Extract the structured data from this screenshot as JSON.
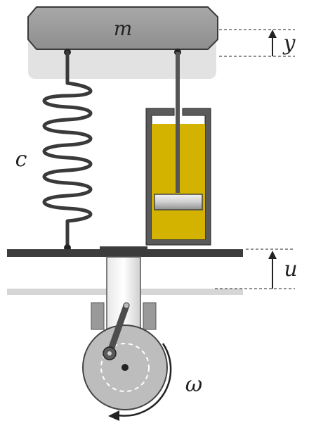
{
  "labels": {
    "mass": "m",
    "spring": "c",
    "mass_displacement": "y",
    "base_displacement": "u",
    "angular_velocity": "ω"
  },
  "colors": {
    "mass_fill": "#9b9b9b",
    "mass_ghost": "#e2e2e2",
    "oil": "#d4b300",
    "plate": "#3c3c3c",
    "plate_ghost": "#d6d6d6",
    "spring": "#3a3a3a",
    "wheel": "#bdbdbd",
    "outline": "#333333"
  }
}
